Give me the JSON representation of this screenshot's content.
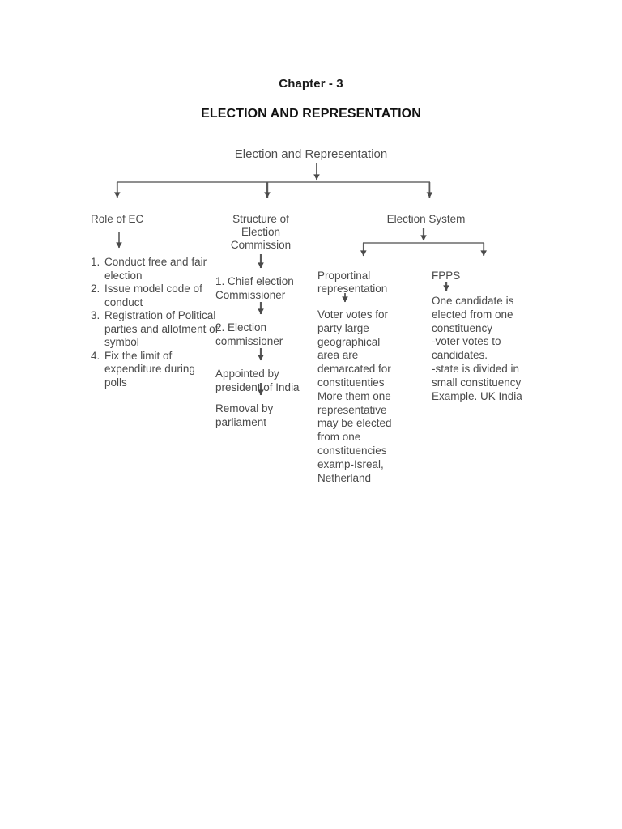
{
  "document": {
    "chapter_title": "Chapter - 3",
    "doc_title": "ELECTION AND REPRESENTATION"
  },
  "chart_data": {
    "type": "diagram",
    "diagram_kind": "tree-flowchart",
    "title": "Election and Representation",
    "root": "Election and Representation",
    "branches": [
      {
        "label": "Role of EC",
        "items": [
          "Conduct free and fair election",
          "Issue model code of conduct",
          "Registration of Political parties and allotment of symbol",
          "Fix the limit of expenditure during polls"
        ]
      },
      {
        "label": "Structure of Election Commission",
        "steps": [
          "1. Chief election Commissioner",
          "2. Election     commissioner",
          "Appointed by president of India",
          "Removal by parliament"
        ]
      },
      {
        "label": "Election System",
        "children": [
          {
            "label": "Proportinal representation",
            "body": "Voter votes for party large geographical area are demarcated for constituenties More them one representative may be elected from one constituencies examp-Isreal, Netherland"
          },
          {
            "label": "FPPS",
            "body": "One candidate is elected from one constituency -voter votes to candidates. -state is divided in small constituency Example. UK India"
          }
        ]
      }
    ]
  },
  "diagram": {
    "root_label": "Election and Representation",
    "col1": {
      "heading": "Role of EC",
      "items": [
        {
          "num": "1.",
          "text": "Conduct free and\nfair election"
        },
        {
          "num": "2.",
          "text": "Issue model code\nof conduct"
        },
        {
          "num": "3.",
          "text": "Registration of\nPolitical parties and\nallotment of symbol"
        },
        {
          "num": "4.",
          "text": "Fix the limit of\nexpenditure\nduring polls"
        }
      ]
    },
    "col2": {
      "heading": "Structure of\nElection\nCommission",
      "step1": "1. Chief election\nCommissioner",
      "step2": "2. Election\n    commissioner",
      "step3": "Appointed by\npresident of India",
      "step4": "Removal by\nparliament"
    },
    "col3": {
      "heading": "Election System",
      "left_label": "Proportinal\nrepresentation",
      "left_body": "Voter votes for\nparty large\ngeographical\narea are\ndemarcated for\nconstituenties\nMore them one\nrepresentative\nmay be elected\nfrom one\nconstituencies\nexamp-Isreal,\nNetherland",
      "right_label": "FPPS",
      "right_body": "One candidate is\nelected from one\nconstituency\n-voter votes to\ncandidates.\n-state is divided in\nsmall constituency\nExample. UK India"
    }
  },
  "colors": {
    "text": "#4a4a4a",
    "heading": "#111111",
    "connector": "#555555",
    "background": "#ffffff"
  }
}
